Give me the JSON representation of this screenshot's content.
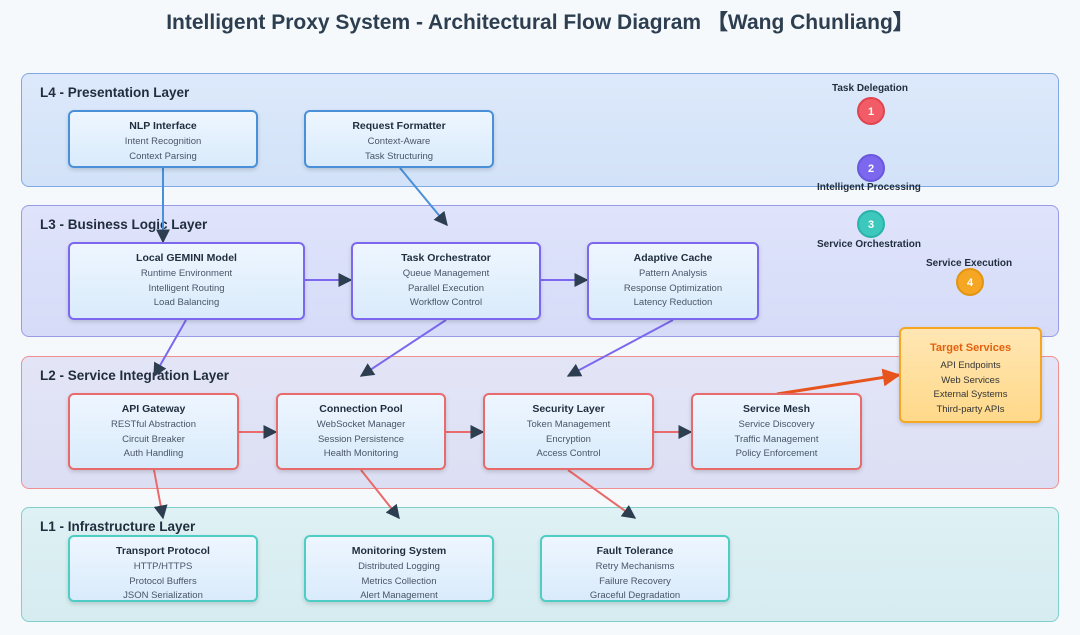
{
  "title": "Intelligent Proxy System - Architectural Flow Diagram 【Wang Chunliang】",
  "layers": {
    "l4": "L4 - Presentation Layer",
    "l3": "L3 - Business Logic Layer",
    "l2": "L2 - Service Integration Layer",
    "l1": "L1 - Infrastructure Layer"
  },
  "nodes": {
    "nlp": {
      "title": "NLP Interface",
      "lines": [
        "Intent Recognition",
        "Context Parsing"
      ]
    },
    "formatter": {
      "title": "Request Formatter",
      "lines": [
        "Context-Aware",
        "Task Structuring"
      ]
    },
    "gemini": {
      "title": "Local GEMINI Model",
      "lines": [
        "Runtime Environment",
        "Intelligent Routing",
        "Load Balancing"
      ]
    },
    "orchestrator": {
      "title": "Task Orchestrator",
      "lines": [
        "Queue Management",
        "Parallel Execution",
        "Workflow Control"
      ]
    },
    "cache": {
      "title": "Adaptive Cache",
      "lines": [
        "Pattern Analysis",
        "Response Optimization",
        "Latency Reduction"
      ]
    },
    "gateway": {
      "title": "API Gateway",
      "lines": [
        "RESTful Abstraction",
        "Circuit Breaker",
        "Auth Handling"
      ]
    },
    "pool": {
      "title": "Connection Pool",
      "lines": [
        "WebSocket Manager",
        "Session Persistence",
        "Health Monitoring"
      ]
    },
    "security": {
      "title": "Security Layer",
      "lines": [
        "Token Management",
        "Encryption",
        "Access Control"
      ]
    },
    "mesh": {
      "title": "Service Mesh",
      "lines": [
        "Service Discovery",
        "Traffic Management",
        "Policy Enforcement"
      ]
    },
    "target": {
      "title": "Target Services",
      "lines": [
        "API Endpoints",
        "Web Services",
        "External Systems",
        "Third-party APIs"
      ]
    },
    "transport": {
      "title": "Transport Protocol",
      "lines": [
        "HTTP/HTTPS",
        "Protocol Buffers",
        "JSON Serialization"
      ]
    },
    "monitoring": {
      "title": "Monitoring System",
      "lines": [
        "Distributed Logging",
        "Metrics Collection",
        "Alert Management"
      ]
    },
    "fault": {
      "title": "Fault Tolerance",
      "lines": [
        "Retry Mechanisms",
        "Failure Recovery",
        "Graceful Degradation"
      ]
    }
  },
  "steps": [
    {
      "num": "1",
      "label": "Task Delegation",
      "color": "#f25c66"
    },
    {
      "num": "2",
      "label": "Intelligent Processing",
      "color": "#7b68ee"
    },
    {
      "num": "3",
      "label": "Service Orchestration",
      "color": "#3cc8bd"
    },
    {
      "num": "4",
      "label": "Service Execution",
      "color": "#f5a623"
    }
  ],
  "colors": {
    "blue": "#4a90d9",
    "purple": "#7b68ee",
    "red": "#e86a6a",
    "teal": "#4ecdc4",
    "orange": "#f5a623",
    "target_arrow": "#e8541e",
    "arrow_dark": "#2c3e50"
  }
}
